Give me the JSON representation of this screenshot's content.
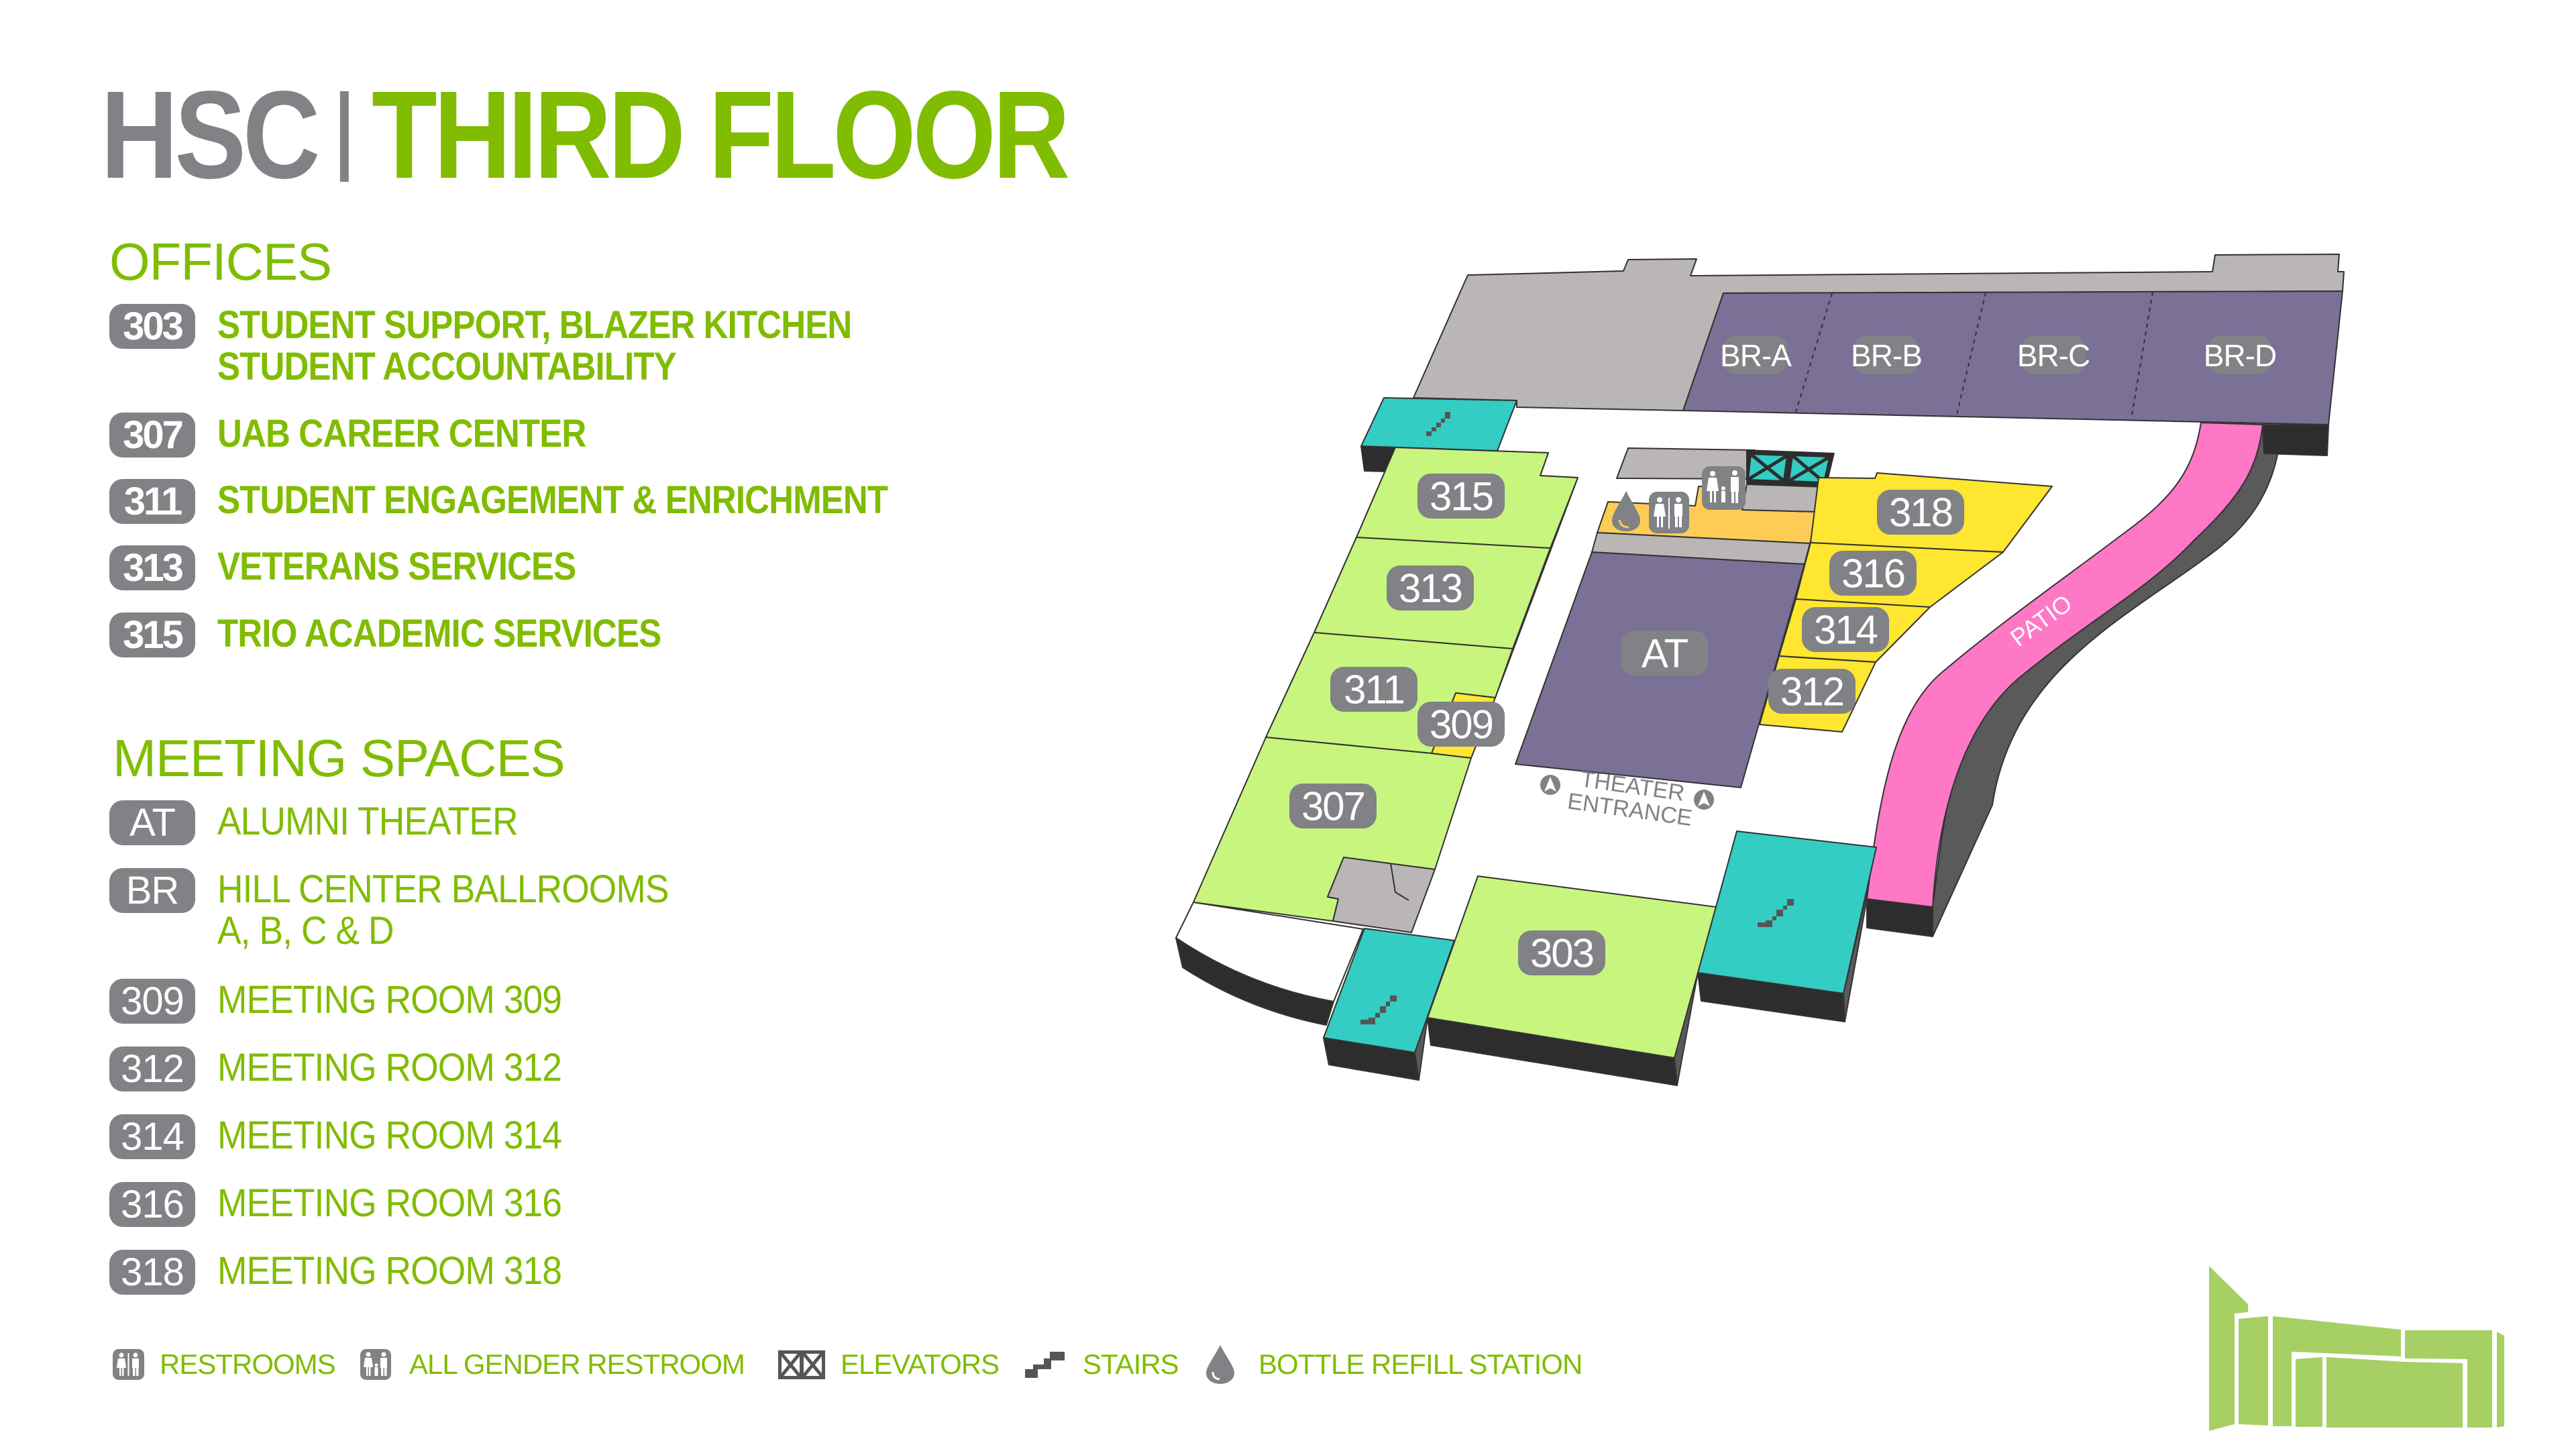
{
  "header": {
    "building": "HSC",
    "floor": "THIRD FLOOR"
  },
  "colors": {
    "brand_green": "#80bc00",
    "title_gray": "#808285",
    "badge_gray": "#808285",
    "office_green": "#c8f57e",
    "meeting_yellow": "#fee631",
    "amenity_orange": "#fdcc55",
    "theater_purple": "#7b7096",
    "stairs_teal": "#33cdc4",
    "patio_pink": "#ff78c6",
    "service_gray": "#b9b6b5",
    "extrusion_dark": "#2d2d2d",
    "logo_green": "#a6d064"
  },
  "offices": {
    "heading": "OFFICES",
    "items": [
      {
        "code": "303",
        "line1": "STUDENT SUPPORT, BLAZER KITCHEN",
        "line2": "STUDENT ACCOUNTABILITY"
      },
      {
        "code": "307",
        "line1": "UAB CAREER CENTER"
      },
      {
        "code": "311",
        "line1": "STUDENT ENGAGEMENT & ENRICHMENT"
      },
      {
        "code": "313",
        "line1": "VETERANS SERVICES"
      },
      {
        "code": "315",
        "line1": "TRIO ACADEMIC SERVICES"
      }
    ]
  },
  "meeting_spaces": {
    "heading": "MEETING SPACES",
    "items": [
      {
        "code": "AT",
        "line1": "ALUMNI THEATER"
      },
      {
        "code": "BR",
        "line1": "HILL CENTER BALLROOMS",
        "line2": "A, B, C & D"
      },
      {
        "code": "309",
        "line1": "MEETING ROOM 309"
      },
      {
        "code": "312",
        "line1": "MEETING ROOM 312"
      },
      {
        "code": "314",
        "line1": "MEETING ROOM 314"
      },
      {
        "code": "316",
        "line1": "MEETING ROOM 316"
      },
      {
        "code": "318",
        "line1": "MEETING ROOM 318"
      }
    ]
  },
  "legend": [
    {
      "icon": "restroom-icon",
      "label": "RESTROOMS"
    },
    {
      "icon": "all-gender-restroom-icon",
      "label": "ALL GENDER RESTROOM"
    },
    {
      "icon": "elevator-icon",
      "label": "ELEVATORS"
    },
    {
      "icon": "stairs-icon",
      "label": "STAIRS"
    },
    {
      "icon": "water-drop-icon",
      "label": "BOTTLE REFILL STATION"
    }
  ],
  "map": {
    "rooms": {
      "br_a": "BR-A",
      "br_b": "BR-B",
      "br_c": "BR-C",
      "br_d": "BR-D",
      "r315": "315",
      "r313": "313",
      "r311": "311",
      "r309": "309",
      "r307": "307",
      "r303": "303",
      "at": "AT",
      "r318": "318",
      "r316": "316",
      "r314": "314",
      "r312": "312"
    },
    "theater_entrance_line1": "THEATER",
    "theater_entrance_line2": "ENTRANCE",
    "patio": "PATIO"
  }
}
